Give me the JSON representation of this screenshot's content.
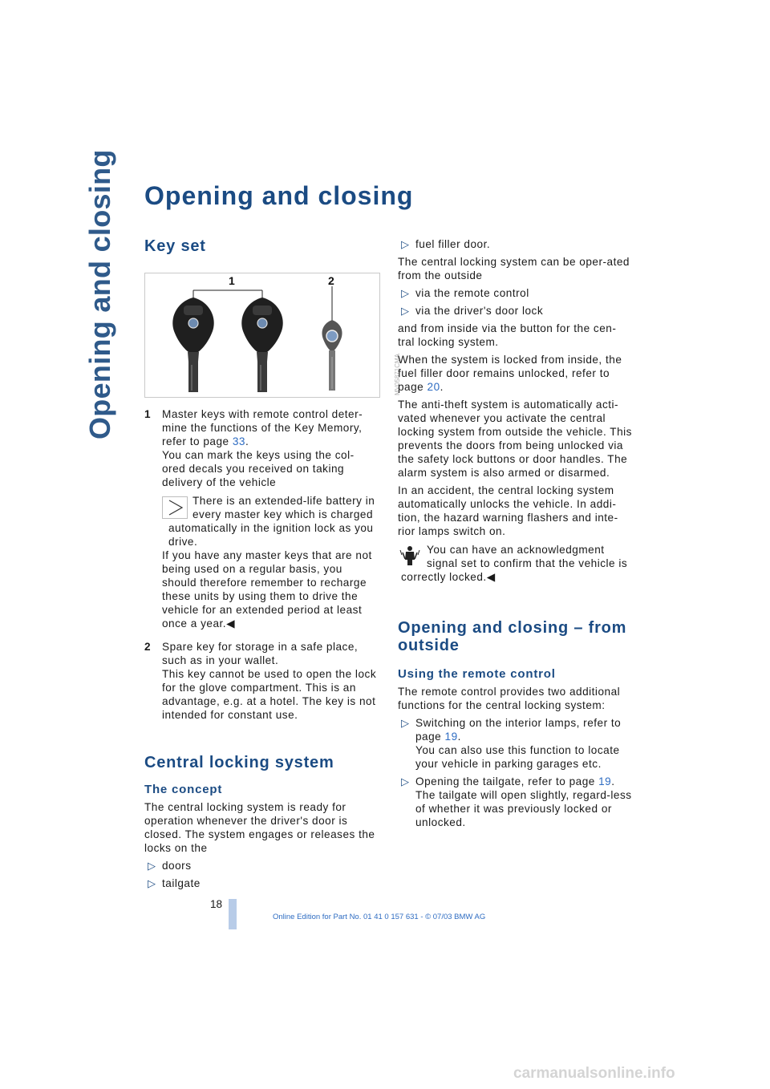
{
  "side_title": "Opening and closing",
  "page_title": "Opening and closing",
  "key_set": {
    "heading": "Key set",
    "figure": {
      "labels": [
        "1",
        "2"
      ],
      "watermark": "MV05871CMA"
    },
    "items": [
      {
        "num": "1",
        "text_a": "Master keys with remote control deter-mine the functions of the Key Memory, refer to page ",
        "link": "33",
        "text_b": ".",
        "text_c": "You can mark the keys using the col-ored decals you received on taking delivery of the vehicle",
        "note_a": "There is an extended-life battery in every master key which is charged automatically in the ignition lock as you drive.",
        "note_b": "If you have any master keys that are not being used on a regular basis, you should therefore remember to recharge these units by using them to drive the vehicle for an extended period at least once a year."
      },
      {
        "num": "2",
        "text_a": "Spare key for storage in a safe place, such as in your wallet.",
        "text_b": "This key cannot be used to open the lock for the glove compartment. This is an advantage, e.g. at a hotel. The key is not intended for constant use."
      }
    ]
  },
  "central_locking": {
    "heading": "Central locking system",
    "subheading": "The concept",
    "intro": "The central locking system is ready for operation whenever the driver's door is closed. The system engages or releases the locks on the",
    "bullets": [
      "doors",
      "tailgate",
      "fuel filler door."
    ],
    "outside_intro": "The central locking system can be oper-ated from the outside",
    "outside_bullets": [
      "via the remote control",
      "via the driver's door lock"
    ],
    "inside_text": "and from inside via the button for the cen-tral locking system.",
    "locked_a": "When the system is locked from inside, the fuel filler door remains unlocked, refer to page ",
    "locked_link": "20",
    "locked_b": ".",
    "antitheft": "The anti-theft system is automatically acti-vated whenever you activate the central locking system from outside the vehicle. This prevents the doors from being unlocked via the safety lock buttons or door handles. The alarm system is also armed or disarmed.",
    "accident": "In an accident, the central locking system automatically unlocks the vehicle. In addi-tion, the hazard warning flashers and inte-rior lamps switch on.",
    "note": "You can have an acknowledgment signal set to confirm that the vehicle is correctly locked."
  },
  "from_outside": {
    "heading": "Opening and closing – from outside",
    "subheading": "Using the remote control",
    "intro": "The remote control provides two additional functions for the central locking system:",
    "items": [
      {
        "a": "Switching on the interior lamps, refer to page ",
        "link": "19",
        "b": ".",
        "c": "You can also use this function to locate your vehicle in parking garages etc."
      },
      {
        "a": "Opening the tailgate, refer to page ",
        "link": "19",
        "b": ".",
        "c": "The tailgate will open slightly, regard-less of whether it was previously locked or unlocked."
      }
    ]
  },
  "symbols": {
    "bullet": "▷",
    "end_mark": "◀"
  },
  "footer": {
    "page_number": "18",
    "edition": "Online Edition for Part No. 01 41 0 157 631 - © 07/03 BMW AG",
    "site": "carmanualsonline.info"
  },
  "colors": {
    "heading": "#1b4b83",
    "link": "#2e6cc2",
    "side": "#2f5a8a"
  }
}
